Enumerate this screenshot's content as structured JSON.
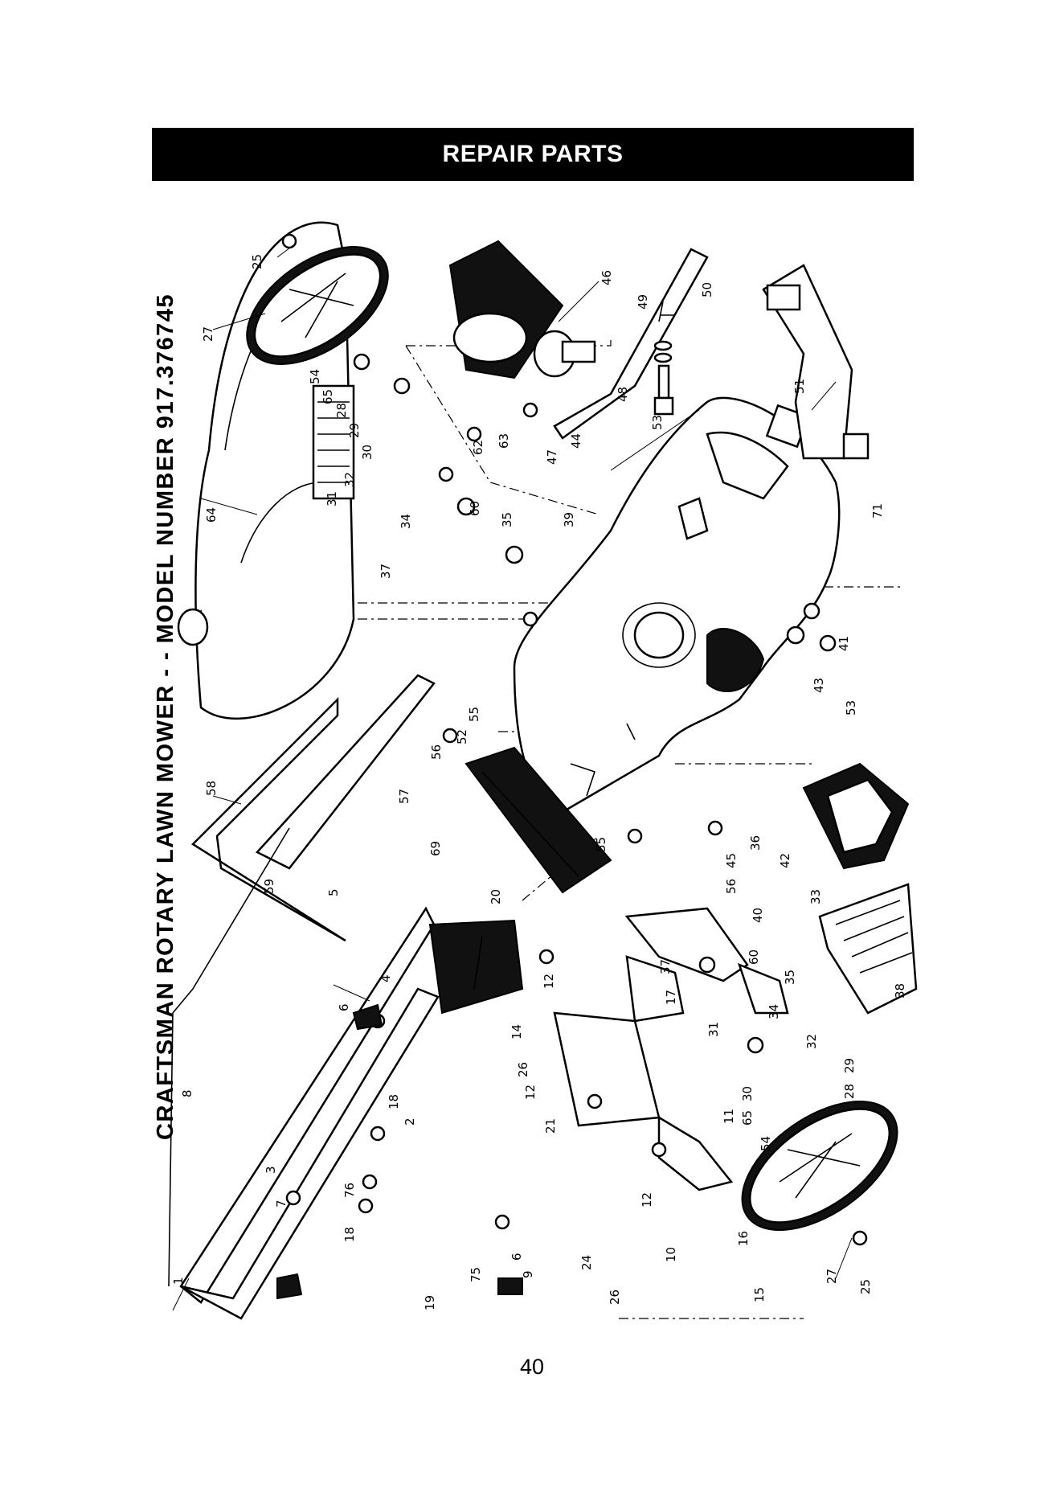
{
  "header": {
    "title": "REPAIR PARTS"
  },
  "diagram_title": "CRAFTSMAN ROTARY LAWN MOWER - - MODEL NUMBER 917.376745",
  "page_number": "40",
  "callouts": [
    "27",
    "25",
    "54",
    "65",
    "28",
    "29",
    "30",
    "32",
    "31",
    "64",
    "46",
    "62",
    "63",
    "47",
    "44",
    "48",
    "49",
    "50",
    "53",
    "51",
    "34",
    "37",
    "35",
    "60",
    "39",
    "71",
    "41",
    "43",
    "53",
    "55",
    "52",
    "56",
    "57",
    "58",
    "69",
    "55",
    "56",
    "45",
    "36",
    "42",
    "59",
    "5",
    "20",
    "40",
    "60",
    "33",
    "37",
    "35",
    "34",
    "32",
    "31",
    "30",
    "29",
    "28",
    "65",
    "54",
    "12",
    "4",
    "17",
    "38",
    "6",
    "14",
    "12",
    "11",
    "26",
    "21",
    "8",
    "18",
    "2",
    "3",
    "76",
    "7",
    "18",
    "6",
    "75",
    "9",
    "24",
    "12",
    "16",
    "10",
    "15",
    "26",
    "19",
    "1",
    "27",
    "25"
  ]
}
